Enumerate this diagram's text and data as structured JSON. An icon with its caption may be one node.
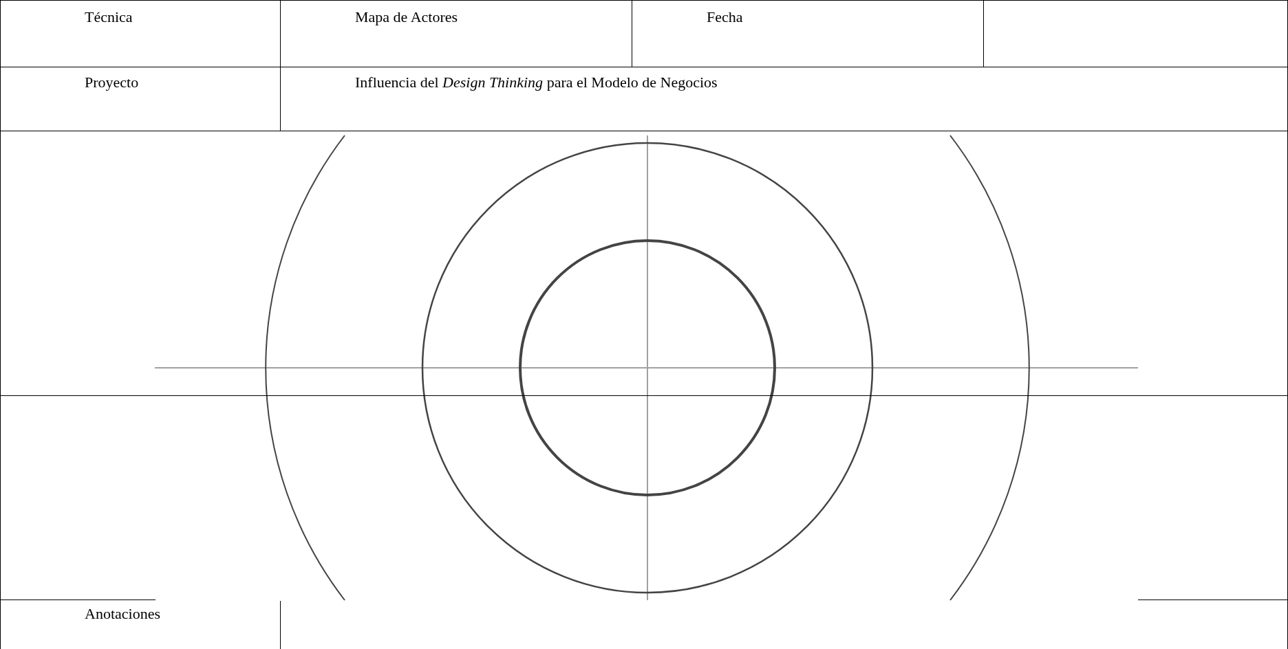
{
  "diagram": {
    "labels": [
      "Técnica",
      "Mapa de Actores",
      "Fecha",
      "Proyecto",
      "Influencia del *Design Thinking* para el Modelo de Negocios",
      "Anotaciones"
    ]
  }
}
